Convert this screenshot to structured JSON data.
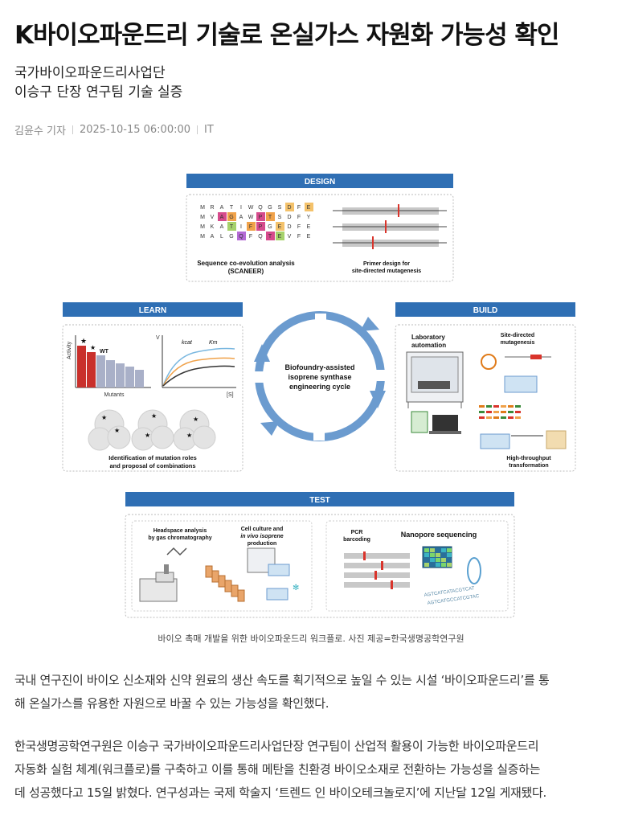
{
  "article": {
    "title": "K바이오파운드리 기술로 온실가스 자원화 가능성 확인",
    "subtitle_line1": "국가바이오파운드리사업단",
    "subtitle_line2": "이승구 단장 연구팀 기술 실증",
    "author": "김윤수 기자",
    "date": "2025-10-15 06:00:00",
    "category": "IT"
  },
  "figure": {
    "caption": "바이오 촉매 개발을 위한 바이오파운드리 워크플로. 사진 제공=한국생명공학연구원",
    "design_header": "DESIGN",
    "learn_header": "LEARN",
    "build_header": "BUILD",
    "test_header": "TEST",
    "seq_rows": [
      [
        "M",
        "R",
        "A",
        "T",
        "I",
        "W",
        "Q",
        "G",
        "S",
        "D",
        "F",
        "E"
      ],
      [
        "M",
        "V",
        "A",
        "G",
        "A",
        "W",
        "P",
        "T",
        "S",
        "D",
        "F",
        "Y"
      ],
      [
        "M",
        "K",
        "A",
        "T",
        "I",
        "F",
        "P",
        "G",
        "E",
        "D",
        "F",
        "E"
      ],
      [
        "M",
        "A",
        "L",
        "G",
        "Q",
        "F",
        "Q",
        "T",
        "E",
        "V",
        "F",
        "E"
      ]
    ],
    "seq_label_1": "Sequence co-evolution analysis",
    "seq_label_2": "(SCANEER)",
    "primer_label_1": "Primer design for",
    "primer_label_2": "site-directed mutagenesis",
    "activity_label": "Activity",
    "wt_label": "WT",
    "mutants_label": "Mutants",
    "v_label": "V",
    "s_label": "[S]",
    "kcat_label": "kcat",
    "km_label": "Km",
    "learn_caption_1": "Identification of mutation roles",
    "learn_caption_2": "and proposal of combinations",
    "cycle_1": "Biofoundry-assisted",
    "cycle_2": "isoprene synthase",
    "cycle_3": "engineering cycle",
    "lab_auto_1": "Laboratory",
    "lab_auto_2": "automation",
    "sdm_1": "Site-directed",
    "sdm_2": "mutagenesis",
    "htp_1": "High-throughput",
    "htp_2": "transformation",
    "gc_1": "Headspace analysis",
    "gc_2": "by gas chromatography",
    "cell_1": "Cell culture and",
    "cell_2": "in vivo isoprene",
    "cell_3": "production",
    "pcr_1": "PCR",
    "pcr_2": "barcoding",
    "nanopore": "Nanopore sequencing",
    "dna_1": "AGTCATCATACGTCAT",
    "dna_2": "AGTCATGCCATCGTAC"
  },
  "body": {
    "p1_line1": "국내 연구진이 바이오 신소재와 신약 원료의 생산 속도를 획기적으로 높일 수 있는 시설 ‘바이오파운드리’를 통",
    "p1_line2": "해 온실가스를 유용한 자원으로 바꿀 수 있는 가능성을 확인했다.",
    "p2_line1": "한국생명공학연구원은 이승구 국가바이오파운드리사업단장 연구팀이 산업적 활용이 가능한 바이오파운드리",
    "p2_line2": "자동화 실험 체계(워크플로)를 구축하고 이를 통해 메탄을 친환경 바이오소재로 전환하는 가능성을 실증하는",
    "p2_line3": "데 성공했다고 15일 밝혔다. 연구성과는 국제 학술지 ‘트렌드 인 바이오테크놀로지’에 지난달 12일 게재됐다."
  },
  "colors": {
    "header_blue": "#2f6fb4",
    "arrow_blue": "#5b8fc7",
    "bar_red": "#c9302c"
  }
}
